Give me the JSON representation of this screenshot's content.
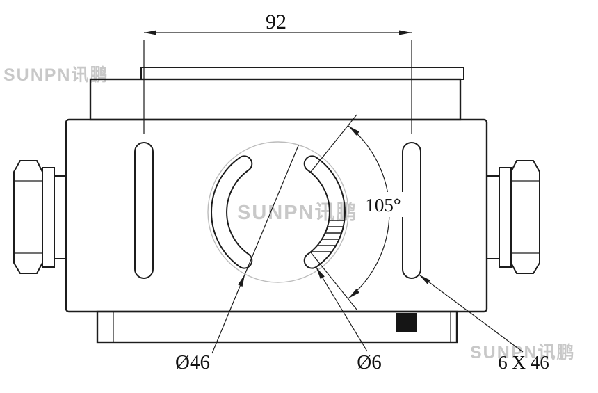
{
  "colors": {
    "ink": "#1c1c1c",
    "ghost_circle": "#bcbcbc",
    "watermark": "#c8c8c8",
    "background": "#ffffff"
  },
  "dimensions": {
    "top_width": "92",
    "angle": "105°",
    "large_diameter": "Ø46",
    "small_diameter": "Ø6",
    "slot_spec": "6 X 46"
  },
  "watermark": {
    "text": "SUNPN讯鹏"
  }
}
